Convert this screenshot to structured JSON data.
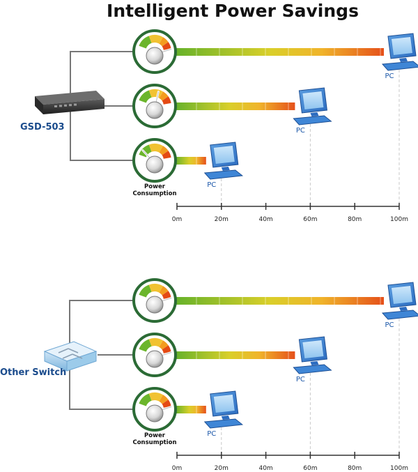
{
  "title": "Intelligent Power Savings",
  "panels": [
    {
      "switch_label": "GSD-503",
      "switch_icon": "managed-switch-icon",
      "power_label_line1": "Power",
      "power_label_line2": "Consumption",
      "links": [
        {
          "pc_label": "PC",
          "distance_m": 100,
          "power_level": 0.95
        },
        {
          "pc_label": "PC",
          "distance_m": 60,
          "power_level": 0.55
        },
        {
          "pc_label": "PC",
          "distance_m": 20,
          "power_level": 0.18
        }
      ]
    },
    {
      "switch_label": "Other Switch",
      "switch_icon": "generic-switch-icon",
      "power_label_line1": "Power",
      "power_label_line2": "Consumption",
      "links": [
        {
          "pc_label": "PC",
          "distance_m": 100,
          "power_level": 0.95
        },
        {
          "pc_label": "PC",
          "distance_m": 60,
          "power_level": 0.95
        },
        {
          "pc_label": "PC",
          "distance_m": 20,
          "power_level": 0.95
        }
      ]
    }
  ],
  "distance_axis": {
    "ticks": [
      "0m",
      "20m",
      "40m",
      "60m",
      "80m",
      "100m"
    ],
    "tick_values": [
      0,
      20,
      40,
      60,
      80,
      100
    ]
  },
  "colors": {
    "gauge_ring": "#2b6b35",
    "cable_low": "#6bb52b",
    "cable_mid": "#f1c232",
    "cable_high": "#e44a14",
    "pc_blue": "#3a7fd0",
    "label_blue": "#1a4b8c"
  }
}
